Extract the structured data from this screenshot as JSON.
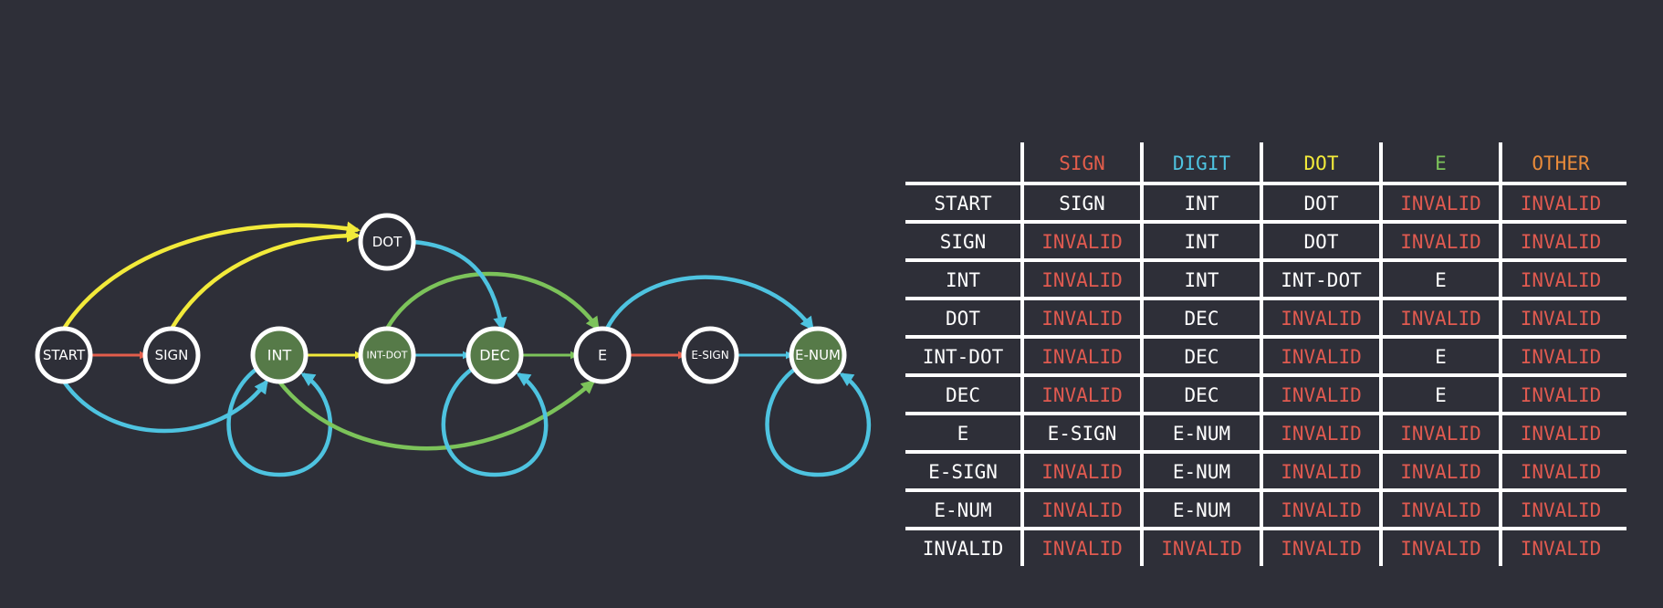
{
  "colors": {
    "background": "#2e2f38",
    "sign": "#e35d4b",
    "digit": "#4ec3e0",
    "dot": "#f2ea3a",
    "e": "#7cc35a",
    "other": "#e98b3a",
    "invalid": "#e05a50",
    "accepting_fill": "#567a48",
    "node_fill": "#2e2f38"
  },
  "diagram": {
    "nodes": [
      {
        "id": "START",
        "label": "START",
        "accepting": false
      },
      {
        "id": "SIGN",
        "label": "SIGN",
        "accepting": false
      },
      {
        "id": "INT",
        "label": "INT",
        "accepting": true
      },
      {
        "id": "INT-DOT",
        "label": "INT-DOT",
        "accepting": true
      },
      {
        "id": "DEC",
        "label": "DEC",
        "accepting": true
      },
      {
        "id": "E",
        "label": "E",
        "accepting": false
      },
      {
        "id": "E-SIGN",
        "label": "E-SIGN",
        "accepting": false
      },
      {
        "id": "E-NUM",
        "label": "E-NUM",
        "accepting": true
      },
      {
        "id": "DOT",
        "label": "DOT",
        "accepting": false
      }
    ],
    "edges": [
      {
        "from": "START",
        "to": "SIGN",
        "input": "sign"
      },
      {
        "from": "START",
        "to": "DOT",
        "input": "dot"
      },
      {
        "from": "START",
        "to": "INT",
        "input": "digit"
      },
      {
        "from": "SIGN",
        "to": "DOT",
        "input": "dot"
      },
      {
        "from": "SIGN",
        "to": "INT",
        "input": "digit"
      },
      {
        "from": "INT",
        "to": "INT",
        "input": "digit"
      },
      {
        "from": "INT",
        "to": "INT-DOT",
        "input": "dot"
      },
      {
        "from": "INT",
        "to": "E",
        "input": "e"
      },
      {
        "from": "INT-DOT",
        "to": "DEC",
        "input": "digit"
      },
      {
        "from": "INT-DOT",
        "to": "E",
        "input": "e"
      },
      {
        "from": "DOT",
        "to": "DEC",
        "input": "digit"
      },
      {
        "from": "DEC",
        "to": "DEC",
        "input": "digit"
      },
      {
        "from": "DEC",
        "to": "E",
        "input": "e"
      },
      {
        "from": "E",
        "to": "E-SIGN",
        "input": "sign"
      },
      {
        "from": "E",
        "to": "E-NUM",
        "input": "digit"
      },
      {
        "from": "E-SIGN",
        "to": "E-NUM",
        "input": "digit"
      },
      {
        "from": "E-NUM",
        "to": "E-NUM",
        "input": "digit"
      }
    ]
  },
  "table": {
    "columns": [
      {
        "key": "sign",
        "label": "SIGN"
      },
      {
        "key": "digit",
        "label": "DIGIT"
      },
      {
        "key": "dot",
        "label": "DOT"
      },
      {
        "key": "e",
        "label": "E"
      },
      {
        "key": "other",
        "label": "OTHER"
      }
    ],
    "rows": [
      {
        "state": "START",
        "cells": [
          "SIGN",
          "INT",
          "DOT",
          "INVALID",
          "INVALID"
        ]
      },
      {
        "state": "SIGN",
        "cells": [
          "INVALID",
          "INT",
          "DOT",
          "INVALID",
          "INVALID"
        ]
      },
      {
        "state": "INT",
        "cells": [
          "INVALID",
          "INT",
          "INT-DOT",
          "E",
          "INVALID"
        ]
      },
      {
        "state": "DOT",
        "cells": [
          "INVALID",
          "DEC",
          "INVALID",
          "INVALID",
          "INVALID"
        ]
      },
      {
        "state": "INT-DOT",
        "cells": [
          "INVALID",
          "DEC",
          "INVALID",
          "E",
          "INVALID"
        ]
      },
      {
        "state": "DEC",
        "cells": [
          "INVALID",
          "DEC",
          "INVALID",
          "E",
          "INVALID"
        ]
      },
      {
        "state": "E",
        "cells": [
          "E-SIGN",
          "E-NUM",
          "INVALID",
          "INVALID",
          "INVALID"
        ]
      },
      {
        "state": "E-SIGN",
        "cells": [
          "INVALID",
          "E-NUM",
          "INVALID",
          "INVALID",
          "INVALID"
        ]
      },
      {
        "state": "E-NUM",
        "cells": [
          "INVALID",
          "E-NUM",
          "INVALID",
          "INVALID",
          "INVALID"
        ]
      },
      {
        "state": "INVALID",
        "cells": [
          "INVALID",
          "INVALID",
          "INVALID",
          "INVALID",
          "INVALID"
        ]
      }
    ]
  }
}
